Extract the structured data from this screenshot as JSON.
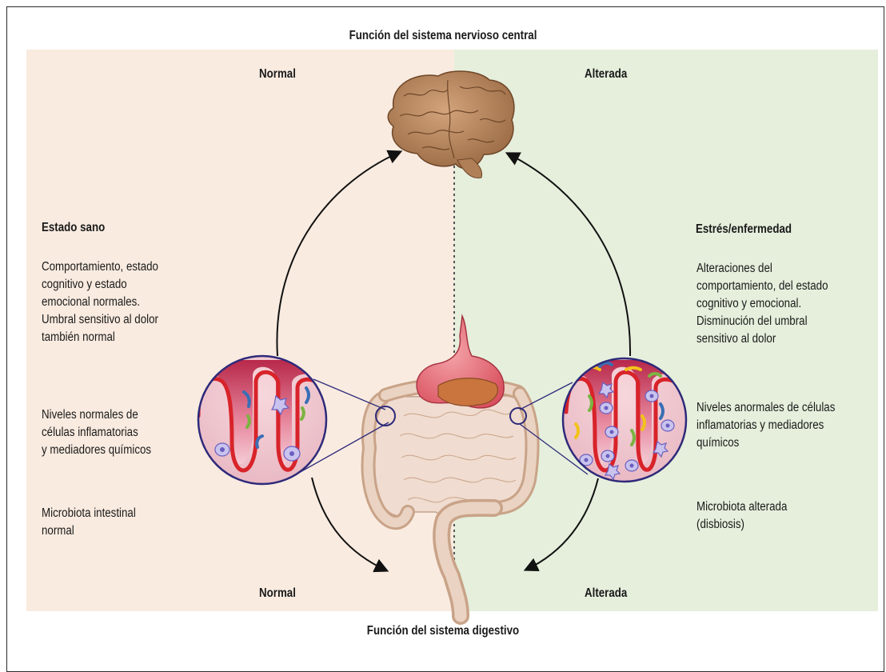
{
  "title_top": "Función del sistema nervioso central",
  "title_bottom": "Función del sistema digestivo",
  "left": {
    "top_label": "Normal",
    "bottom_label": "Normal",
    "heading": "Estado sano",
    "text_block_1": [
      "Comportamiento, estado",
      "cognitivo y estado",
      "emocional normales.",
      "Umbral sensitivo al dolor",
      "también normal"
    ],
    "text_block_2": [
      "Niveles normales de",
      "células inflamatorias",
      "y mediadores químicos"
    ],
    "text_block_3": [
      "Microbiota intestinal",
      "normal"
    ]
  },
  "right": {
    "top_label": "Alterada",
    "bottom_label": "Alterada",
    "heading": "Estrés/enfermedad",
    "text_block_1": [
      "Alteraciones del",
      "comportamiento, del estado",
      "cognitivo y emocional.",
      "Disminución del umbral",
      "sensitivo al dolor"
    ],
    "text_block_2": [
      "Niveles anormales de células",
      "inflamatorias y mediadores",
      "químicos"
    ],
    "text_block_3": [
      "Microbiota alterada",
      "(disbiosis)"
    ]
  },
  "colors": {
    "normal_bg": "#f9ebe0",
    "altered_bg": "#e5efdc",
    "villi_red": "#d8232a",
    "lens_border": "#2e2a7a"
  }
}
